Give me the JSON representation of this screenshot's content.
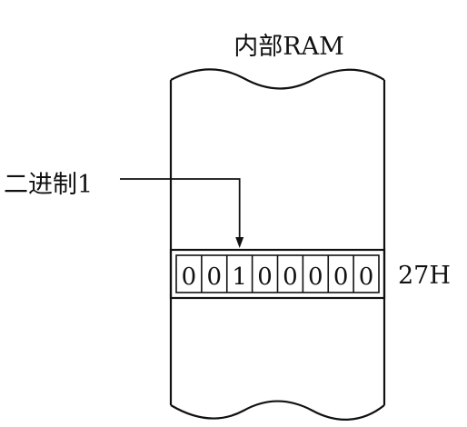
{
  "title": "内部RAM",
  "pointer_label": "二进制1",
  "address": "27H",
  "bits": [
    "0",
    "0",
    "1",
    "0",
    "0",
    "0",
    "0",
    "0"
  ],
  "highlighted_bit_index": 2,
  "colors": {
    "line": "#111111",
    "background": "#ffffff"
  }
}
